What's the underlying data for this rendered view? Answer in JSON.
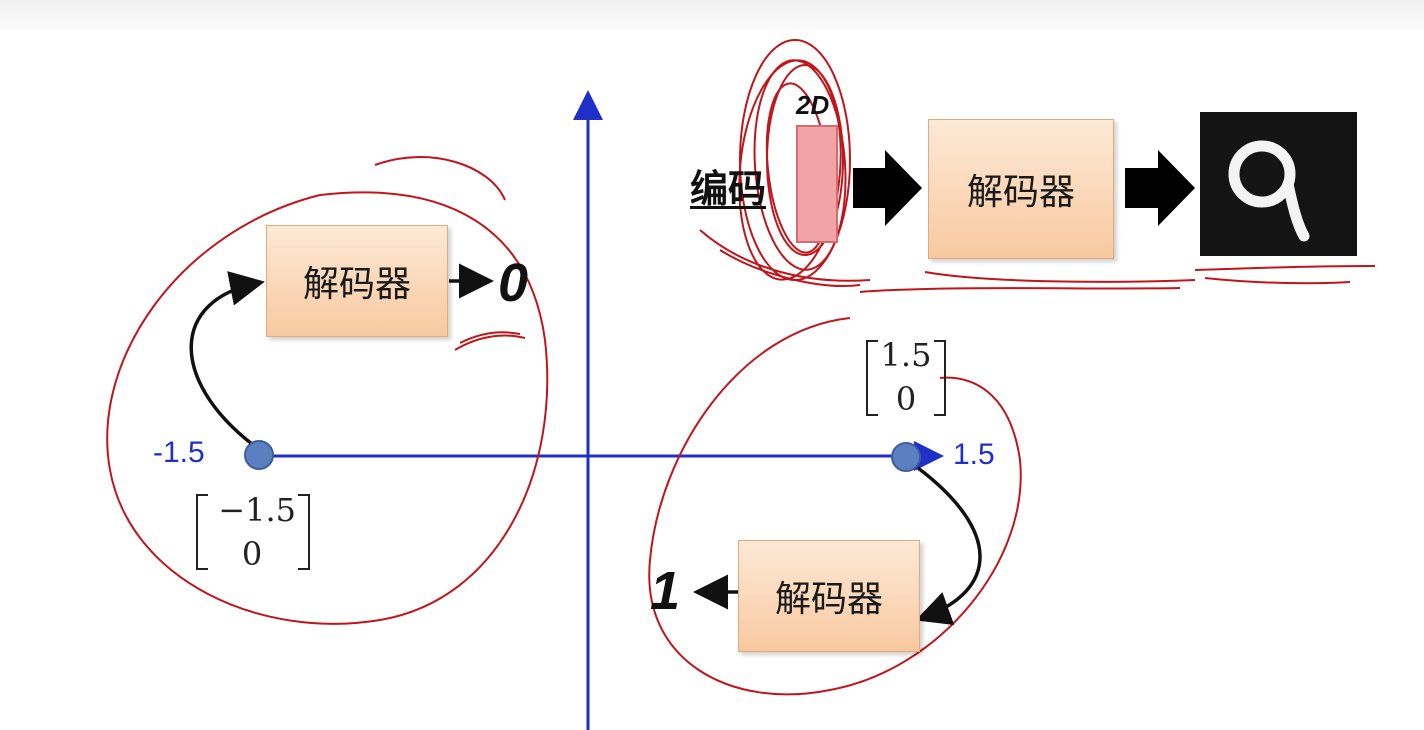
{
  "encoder": {
    "label": "编码",
    "dim_label": "2D"
  },
  "decoder_label": "解码器",
  "axis": {
    "x_min_label": "-1.5",
    "x_max_label": "1.5"
  },
  "points": [
    {
      "vector": [
        "−1.5",
        "0"
      ],
      "output": "0"
    },
    {
      "vector": [
        "1.5",
        "0"
      ],
      "output": "1"
    }
  ],
  "colors": {
    "axis": "#1f2fc8",
    "annotation": "#c0161b",
    "point": "#5b7fc0"
  },
  "icons": {
    "mnist_output": "digit-9-image"
  }
}
